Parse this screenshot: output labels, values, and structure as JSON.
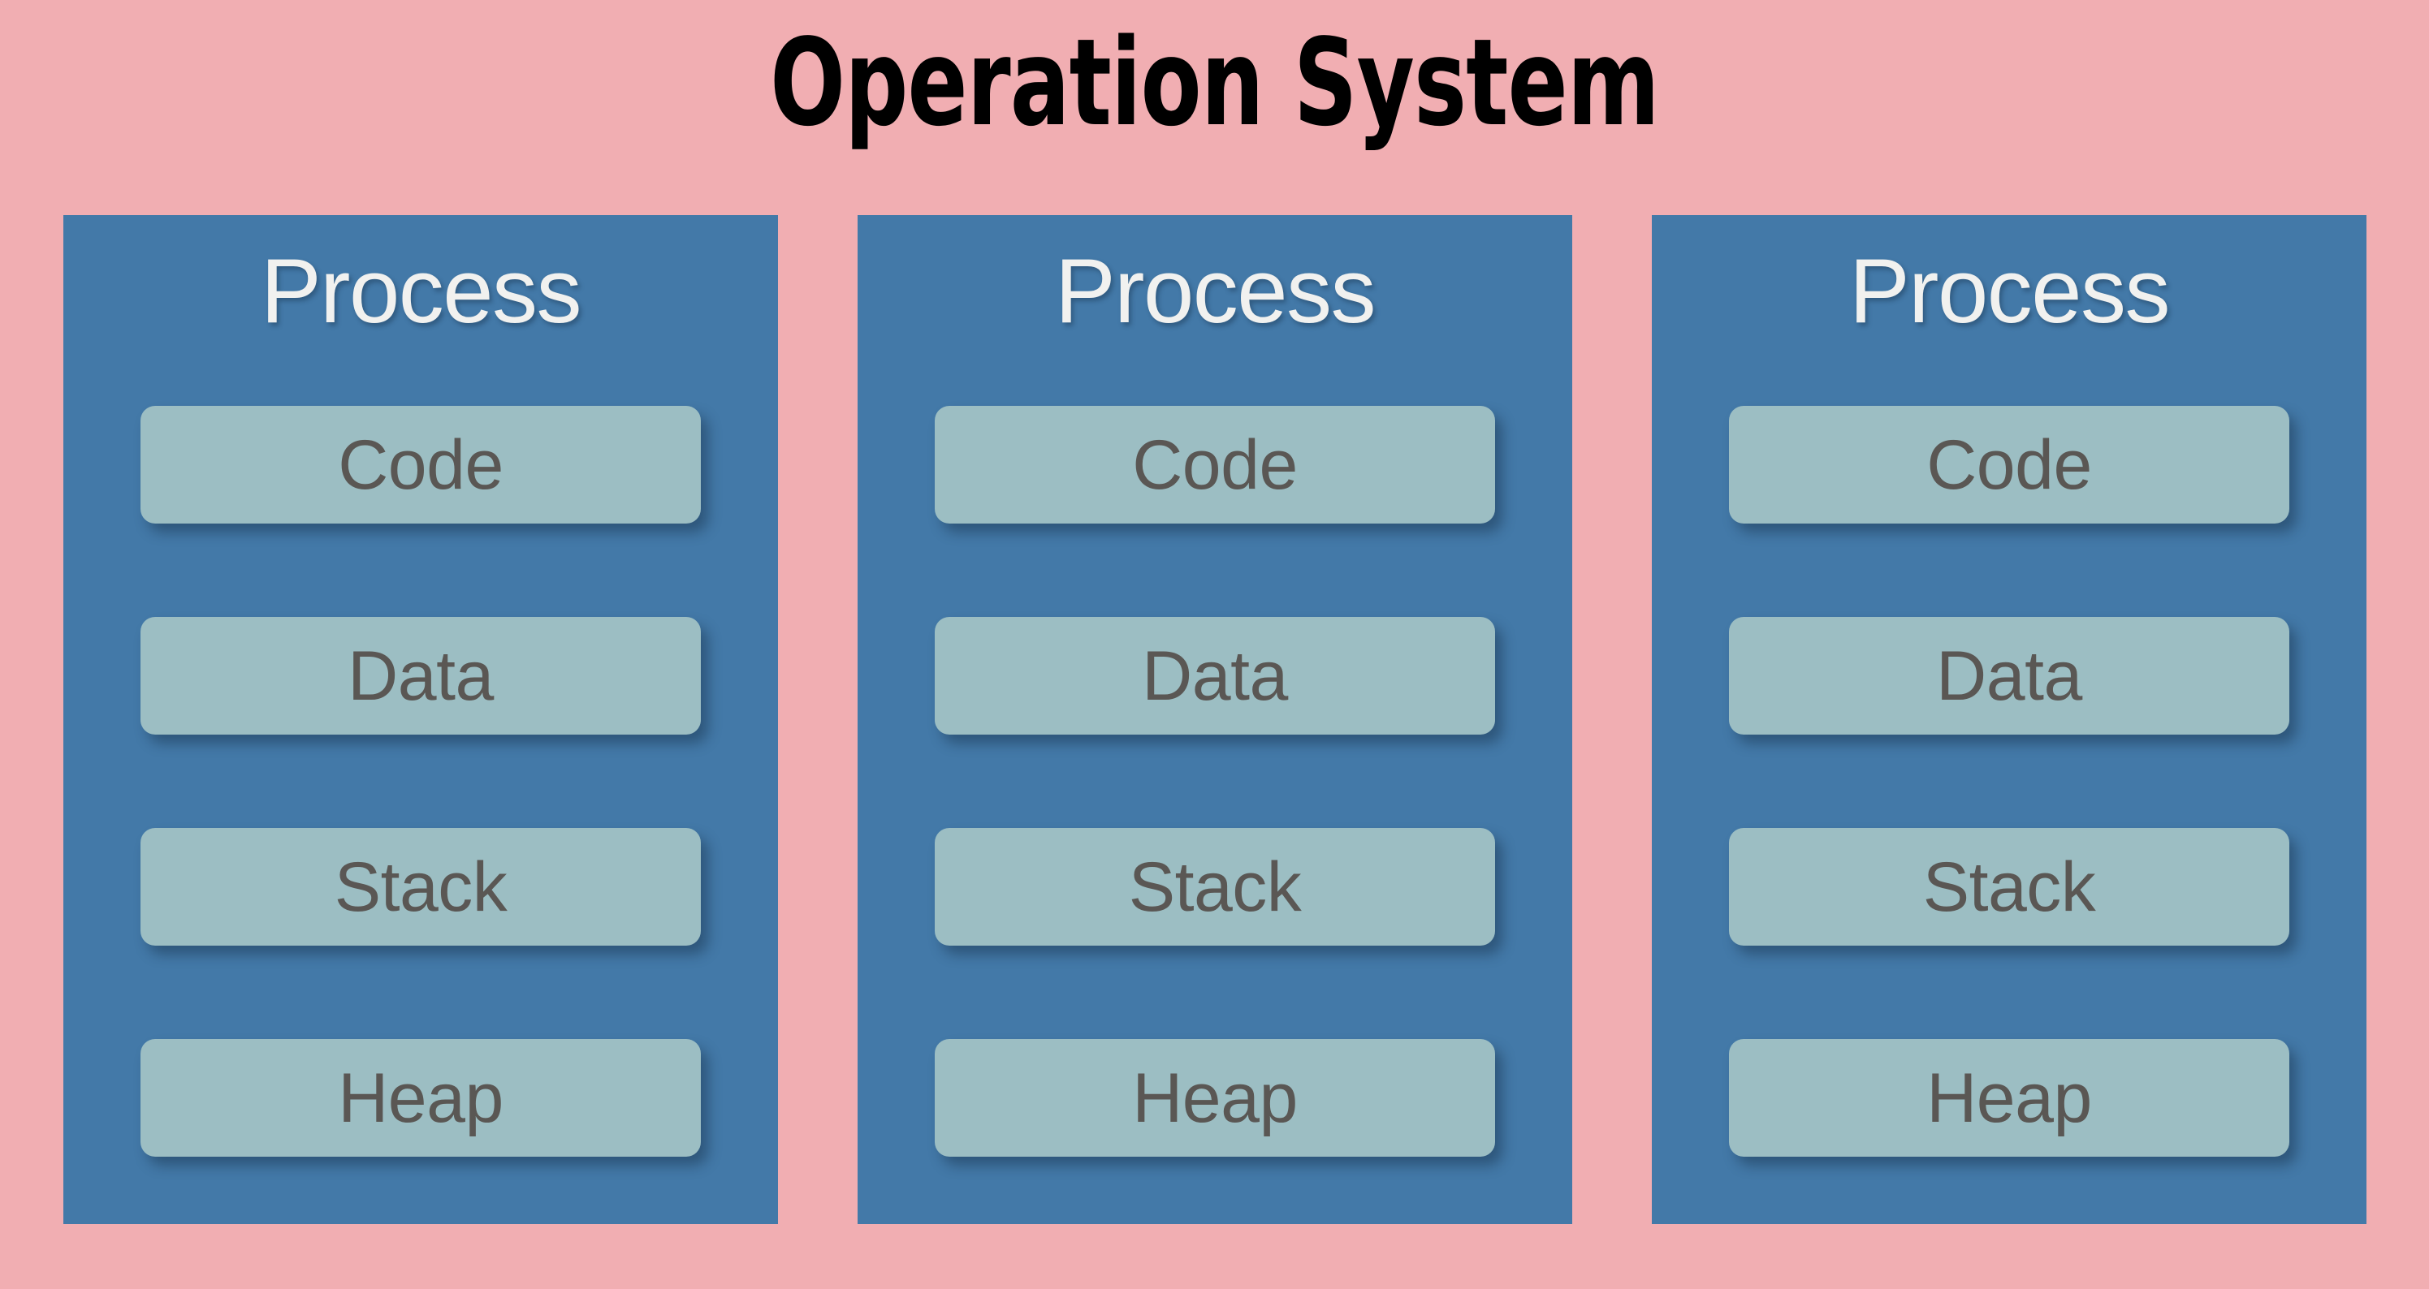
{
  "diagram": {
    "title": "Operation System",
    "background_color": "#f1aeb2",
    "process_color": "#4379a8",
    "segment_color": "#9cbec3",
    "segment_text_color": "#5a5754",
    "process_heading_color": "#f1f1ef",
    "title_color": "#000000"
  },
  "processes": [
    {
      "heading": "Process",
      "segments": [
        {
          "label": "Code"
        },
        {
          "label": "Data"
        },
        {
          "label": "Stack"
        },
        {
          "label": "Heap"
        }
      ]
    },
    {
      "heading": "Process",
      "segments": [
        {
          "label": "Code"
        },
        {
          "label": "Data"
        },
        {
          "label": "Stack"
        },
        {
          "label": "Heap"
        }
      ]
    },
    {
      "heading": "Process",
      "segments": [
        {
          "label": "Code"
        },
        {
          "label": "Data"
        },
        {
          "label": "Stack"
        },
        {
          "label": "Heap"
        }
      ]
    }
  ]
}
